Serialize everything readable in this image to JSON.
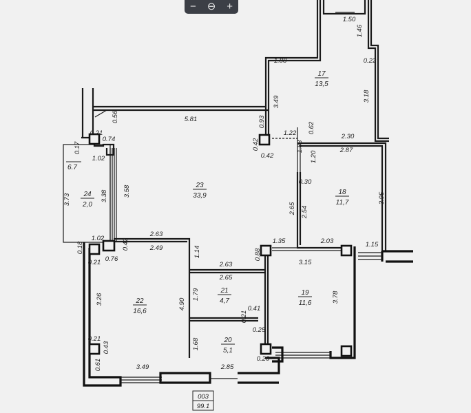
{
  "zoom_controls": {
    "zoom_out": "−",
    "zoom_reset": "⊖",
    "zoom_in": "+"
  },
  "rooms": [
    {
      "number": "17",
      "area": "13,5"
    },
    {
      "number": "23",
      "area": "33,9"
    },
    {
      "number": "24",
      "area": "2,0"
    },
    {
      "number": "18",
      "area": "11,7"
    },
    {
      "number": "22",
      "area": "16,6"
    },
    {
      "number": "21",
      "area": "4,7"
    },
    {
      "number": "19",
      "area": "11,6"
    },
    {
      "number": "20",
      "area": "5,1"
    }
  ],
  "balcony_extra_area": "6.7",
  "total": {
    "unit": "003",
    "area": "99.1"
  },
  "dimensions": [
    "1.50",
    "1.46",
    "1.88",
    "0.22",
    "3.49",
    "3.18",
    "5.81",
    "0.56",
    "0.93",
    "1.22",
    "0.62",
    "2.30",
    "0.21",
    "0.74",
    "0.17",
    "0.42",
    "0.42",
    "1.83",
    "2.87",
    "1.02",
    "1.20",
    "0.30",
    "3.73",
    "3.38",
    "3.58",
    "2.65",
    "2.54",
    "3.95",
    "1.02",
    "2.63",
    "0.42",
    "0.18",
    "2.49",
    "1.14",
    "1.35",
    "2.03",
    "1.15",
    "0.88",
    "0.76",
    "0.21",
    "3.15",
    "2.63",
    "2.65",
    "3.26",
    "1.79",
    "4.90",
    "3.78",
    "0.41",
    "0.21",
    "0.25",
    "0.21",
    "0.43",
    "1.68",
    "0.20",
    "0.61",
    "3.49",
    "2.85"
  ]
}
